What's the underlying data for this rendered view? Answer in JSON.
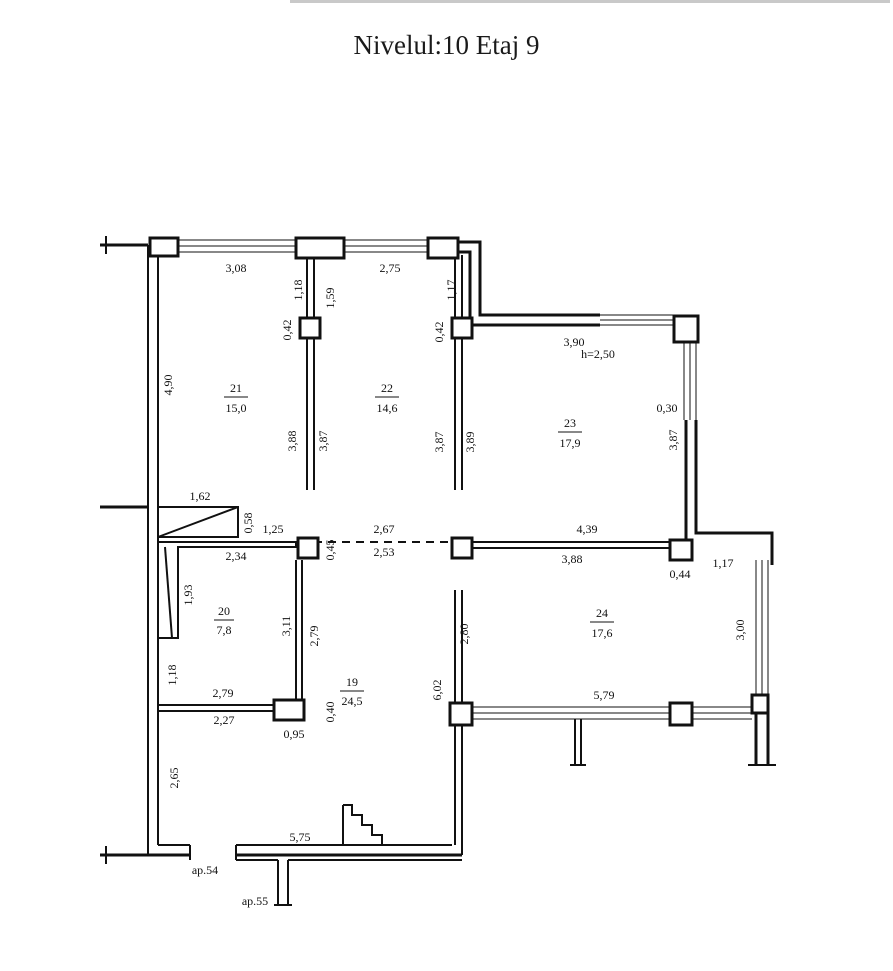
{
  "title": "Nivelul:10 Etaj 9",
  "rooms": [
    {
      "number": "21",
      "area": "15,0"
    },
    {
      "number": "22",
      "area": "14,6"
    },
    {
      "number": "23",
      "area": "17,9"
    },
    {
      "number": "20",
      "area": "7,8"
    },
    {
      "number": "19",
      "area": "24,5"
    },
    {
      "number": "24",
      "area": "17,6"
    }
  ],
  "dimensions": [
    "3,08",
    "2,75",
    "1,18",
    "1,59",
    "1,17",
    "0,42",
    "0,42",
    "3,90",
    "h=2,50",
    "4,90",
    "0,30",
    "3,88",
    "3,87",
    "3,87",
    "3,89",
    "3,87",
    "1,62",
    "0,58",
    "1,25",
    "2,67",
    "4,39",
    "2,34",
    "0,45",
    "2,53",
    "3,88",
    "0,44",
    "1,17",
    "1,93",
    "3,11",
    "2,79",
    "2,80",
    "3,00",
    "1,18",
    "2,79",
    "6,02",
    "5,79",
    "2,27",
    "0,40",
    "0,95",
    "2,65",
    "5,75"
  ],
  "apartment_refs": [
    "ap.54",
    "ap.55"
  ]
}
